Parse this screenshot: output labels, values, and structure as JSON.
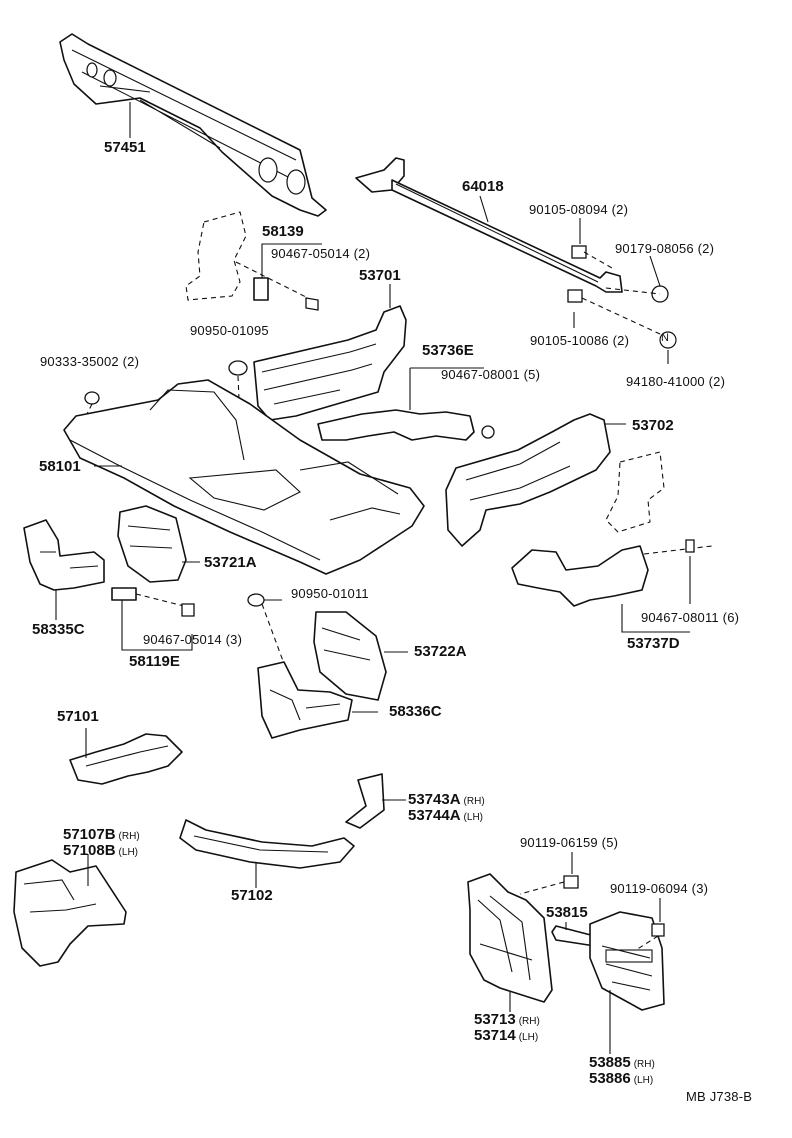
{
  "parts": {
    "p57451": "57451",
    "p64018": "64018",
    "p90105_08094": "90105-08094 (2)",
    "p90179_08056": "90179-08056 (2)",
    "p58139": "58139",
    "p90467_05014_2": "90467-05014 (2)",
    "p53701": "53701",
    "p90950_01095": "90950-01095",
    "p90105_10086": "90105-10086 (2)",
    "p94180_41000": "94180-41000 (2)",
    "p90333_35002": "90333-35002 (2)",
    "p53736E": "53736E",
    "p90467_08001": "90467-08001 (5)",
    "p53702": "53702",
    "p58101": "58101",
    "p53721A": "53721A",
    "p58335C": "58335C",
    "p90467_05014_3": "90467-05014 (3)",
    "p58119E": "58119E",
    "p90950_01011": "90950-01011",
    "p53722A": "53722A",
    "p58336C": "58336C",
    "p90467_08011": "90467-08011 (6)",
    "p53737D": "53737D",
    "p57101": "57101",
    "p53743A": "53743A",
    "p53744A": "53744A",
    "p57107B": "57107B",
    "p57108B": "57108B",
    "p57102": "57102",
    "p90119_06159": "90119-06159 (5)",
    "p90119_06094": "90119-06094 (3)",
    "p53815": "53815",
    "p53713": "53713",
    "p53714": "53714",
    "p53885": "53885",
    "p53886": "53886"
  },
  "sides": {
    "rh": "(RH)",
    "lh": "(LH)"
  },
  "circle_marker": "N",
  "footer": {
    "code": "MB  J738-B"
  }
}
